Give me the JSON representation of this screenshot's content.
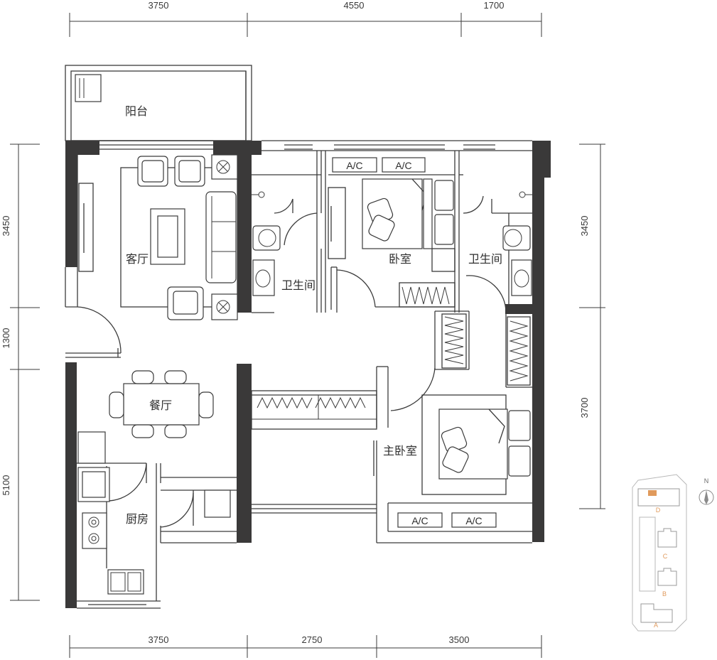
{
  "dimensions": {
    "top": [
      "3750",
      "4550",
      "1700"
    ],
    "bottom": [
      "3750",
      "2750",
      "3500"
    ],
    "left": [
      "3450",
      "1300",
      "5100"
    ],
    "right": [
      "3450",
      "3700"
    ]
  },
  "rooms": {
    "balcony": "阳台",
    "living_room": "客厅",
    "bathroom_1": "卫生间",
    "bedroom": "卧室",
    "bathroom_2": "卫生间",
    "dining_room": "餐厅",
    "master_bedroom": "主卧室",
    "kitchen": "厨房"
  },
  "ac_labels": [
    "A/C",
    "A/C",
    "A/C",
    "A/C"
  ],
  "site_map": {
    "compass": "N",
    "buildings": [
      "D",
      "C",
      "B",
      "A"
    ],
    "highlight_color": "#e09a5c",
    "label_color": "#e09a5c"
  },
  "colors": {
    "wall": "#3a3939",
    "line": "#3b3b3b"
  }
}
